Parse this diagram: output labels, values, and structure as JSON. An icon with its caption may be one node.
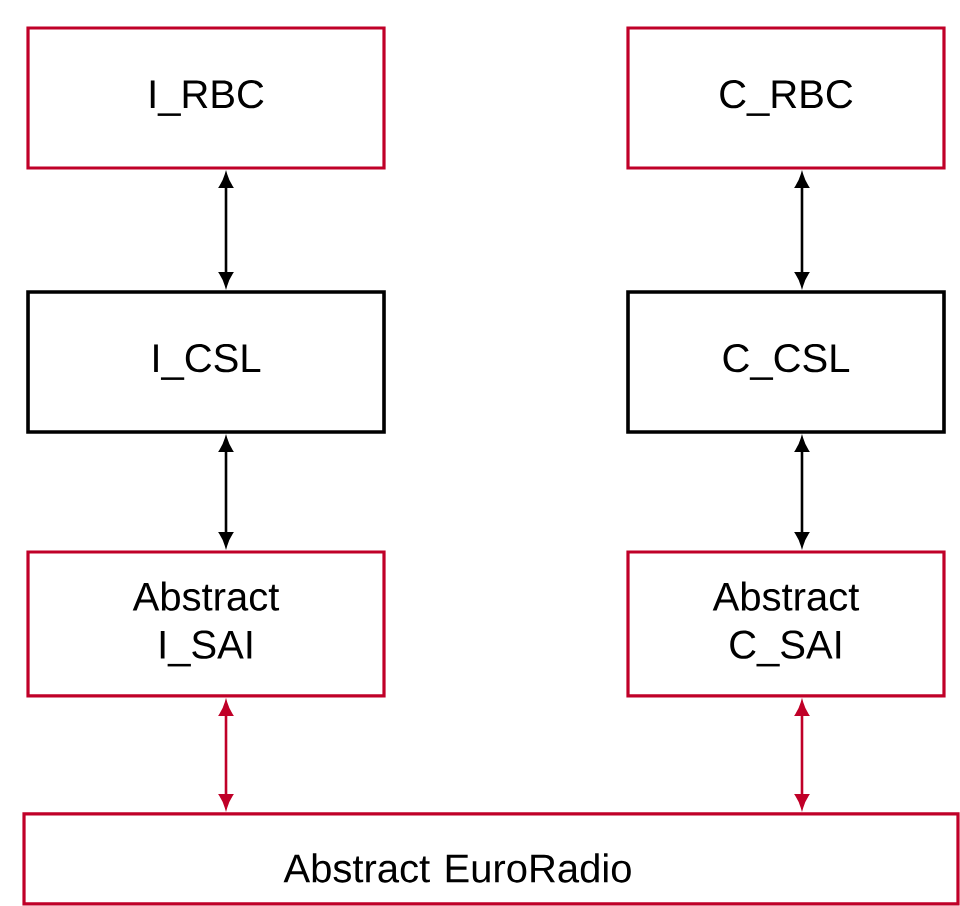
{
  "diagram": {
    "nodes": [
      {
        "text": [
          "I_RBC"
        ]
      },
      {
        "text": [
          "C_RBC"
        ]
      },
      {
        "text": [
          "I_CSL"
        ]
      },
      {
        "text": [
          "C_CSL"
        ]
      },
      {
        "text": [
          "Abstract I_SAI"
        ]
      },
      {
        "text": [
          "Abstract C_SAI"
        ]
      },
      {
        "text": [
          "Abstract EuroRadio"
        ]
      }
    ],
    "edges": [
      {
        "from": 0,
        "to": 2,
        "arrow": "both",
        "color": "#000000"
      },
      {
        "from": 1,
        "to": 3,
        "arrow": "both",
        "color": "#000000"
      },
      {
        "from": 2,
        "to": 4,
        "arrow": "both",
        "color": "#000000"
      },
      {
        "from": 3,
        "to": 5,
        "arrow": "both",
        "color": "#000000"
      },
      {
        "from": 4,
        "to": 6,
        "arrow": "both",
        "color": "#c00028"
      },
      {
        "from": 5,
        "to": 6,
        "arrow": "both",
        "color": "#c00028"
      }
    ]
  }
}
